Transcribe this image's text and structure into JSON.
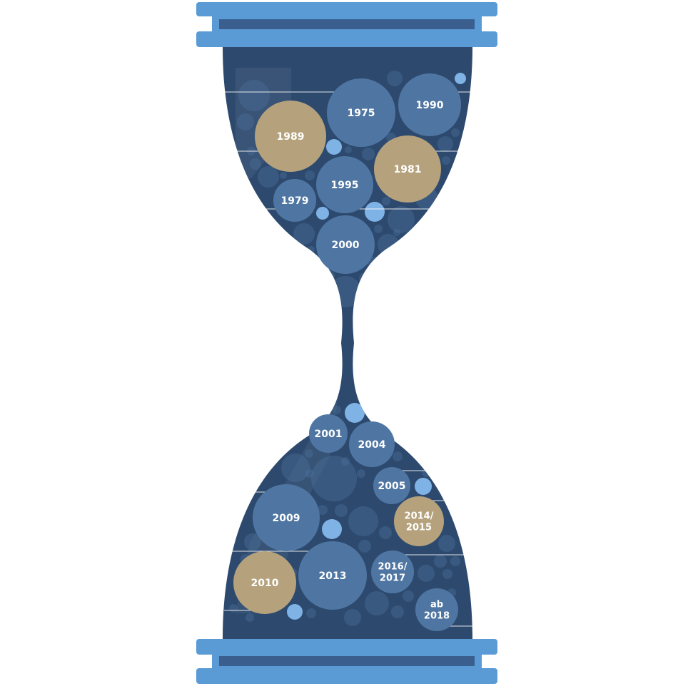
{
  "colors": {
    "frame": "#5b9bd5",
    "frame_slot": "#3a5f8f",
    "glass": "#2d4a6e",
    "bubble_blue": "#4f76a3",
    "bubble_gold": "#b5a27c",
    "bubble_light": "#7fb2e5",
    "leader_line": "#ffffff"
  },
  "years": [
    {
      "id": "1975",
      "lines": [
        "1975"
      ],
      "tone": "blue"
    },
    {
      "id": "1990",
      "lines": [
        "1990"
      ],
      "tone": "blue"
    },
    {
      "id": "1989",
      "lines": [
        "1989"
      ],
      "tone": "gold"
    },
    {
      "id": "1981",
      "lines": [
        "1981"
      ],
      "tone": "gold"
    },
    {
      "id": "1995",
      "lines": [
        "1995"
      ],
      "tone": "blue"
    },
    {
      "id": "1979",
      "lines": [
        "1979"
      ],
      "tone": "blue"
    },
    {
      "id": "2000",
      "lines": [
        "2000"
      ],
      "tone": "blue"
    },
    {
      "id": "2001",
      "lines": [
        "2001"
      ],
      "tone": "blue"
    },
    {
      "id": "2004",
      "lines": [
        "2004"
      ],
      "tone": "blue"
    },
    {
      "id": "2005",
      "lines": [
        "2005"
      ],
      "tone": "blue"
    },
    {
      "id": "2009",
      "lines": [
        "2009"
      ],
      "tone": "blue"
    },
    {
      "id": "2014-2015",
      "lines": [
        "2014/",
        "2015"
      ],
      "tone": "gold"
    },
    {
      "id": "2013",
      "lines": [
        "2013"
      ],
      "tone": "blue"
    },
    {
      "id": "2010",
      "lines": [
        "2010"
      ],
      "tone": "gold"
    },
    {
      "id": "2016-2017",
      "lines": [
        "2016/",
        "2017"
      ],
      "tone": "blue"
    },
    {
      "id": "ab-2018",
      "lines": [
        "ab",
        "2018"
      ],
      "tone": "blue"
    }
  ]
}
